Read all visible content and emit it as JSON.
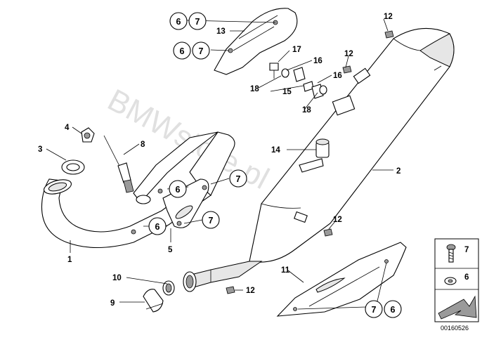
{
  "watermark": "BMWstore.pl",
  "document_number": "00160526",
  "part_labels": [
    {
      "id": "label-1",
      "text": "1"
    },
    {
      "id": "label-2",
      "text": "2"
    },
    {
      "id": "label-3",
      "text": "3"
    },
    {
      "id": "label-4",
      "text": "4"
    },
    {
      "id": "label-5",
      "text": "5"
    },
    {
      "id": "label-8",
      "text": "8"
    },
    {
      "id": "label-9",
      "text": "9"
    },
    {
      "id": "label-10",
      "text": "10"
    },
    {
      "id": "label-11",
      "text": "11"
    },
    {
      "id": "label-12a",
      "text": "12"
    },
    {
      "id": "label-12b",
      "text": "12"
    },
    {
      "id": "label-12c",
      "text": "12"
    },
    {
      "id": "label-12d",
      "text": "12"
    },
    {
      "id": "label-13",
      "text": "13"
    },
    {
      "id": "label-14",
      "text": "14"
    },
    {
      "id": "label-15",
      "text": "15"
    },
    {
      "id": "label-16a",
      "text": "16"
    },
    {
      "id": "label-16b",
      "text": "16"
    },
    {
      "id": "label-17",
      "text": "17"
    },
    {
      "id": "label-18a",
      "text": "18"
    },
    {
      "id": "label-18b",
      "text": "18"
    }
  ],
  "circled_labels": [
    {
      "id": "circ-6-top1",
      "text": "6"
    },
    {
      "id": "circ-7-top1",
      "text": "7"
    },
    {
      "id": "circ-6-top2",
      "text": "6"
    },
    {
      "id": "circ-7-top2",
      "text": "7"
    },
    {
      "id": "circ-7-mid",
      "text": "7"
    },
    {
      "id": "circ-6-mid",
      "text": "6"
    },
    {
      "id": "circ-6-low",
      "text": "6"
    },
    {
      "id": "circ-7-low",
      "text": "7"
    },
    {
      "id": "circ-7-heat",
      "text": "7"
    },
    {
      "id": "circ-6-heat",
      "text": "6"
    }
  ],
  "legend": {
    "items": [
      {
        "label": "7",
        "icon": "screw-icon"
      },
      {
        "label": "6",
        "icon": "washer-icon"
      }
    ],
    "arrow_icon": "direction-arrow-icon"
  }
}
